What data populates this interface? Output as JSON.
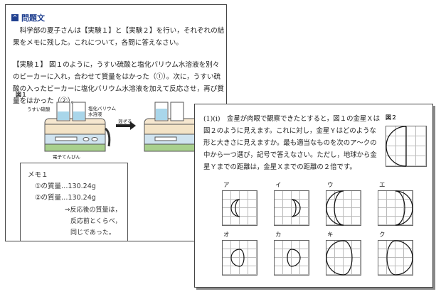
{
  "left_panel": {
    "section_title": "問題文",
    "intro": "　科学部の夏子さんは【実験１】と【実験２】を行い，それぞれの結果をメモに残した。これについて，各問に答えなさい。",
    "experiment1": "【実験１】 図１のように，うすい硫酸と塩化バリウム水溶液を別々のビーカーに入れ，合わせて質量をはかった（①）。次に，うすい硫酸の入ったビーカーに塩化バリウム水溶液を加えて反応させ，再び質量をはかった（②）。",
    "figure1_label": "図１",
    "labels": {
      "sulfuric": "うすい硫酸",
      "barium": "塩化バリウム\n水溶液",
      "mix": "混ぜる",
      "balance": "電子てんびん"
    },
    "memo": {
      "title": "メモ１",
      "line1": "①の質量…130.24g",
      "line2": "②の質量…130.24g",
      "note1": "⇒反応後の質量は，",
      "note2": "反応前とくらべ，",
      "note3": "同じであった。"
    }
  },
  "right_panel": {
    "question": "(1)(i)　金星が肉眼で観察できたとすると，図１の金星Ｘは図２のように見えます。これに対し，金星Ｙはどのような形と大きさに見えますか。最も適当なものを次のア〜クの中から一つ選び，記号で答えなさい。ただし，地球から金星Ｙまでの距離は，金星Ｘまでの距離の２倍です。",
    "figure2_label": "図２",
    "options": [
      "ア",
      "イ",
      "ウ",
      "エ",
      "オ",
      "カ",
      "キ",
      "ク"
    ]
  }
}
